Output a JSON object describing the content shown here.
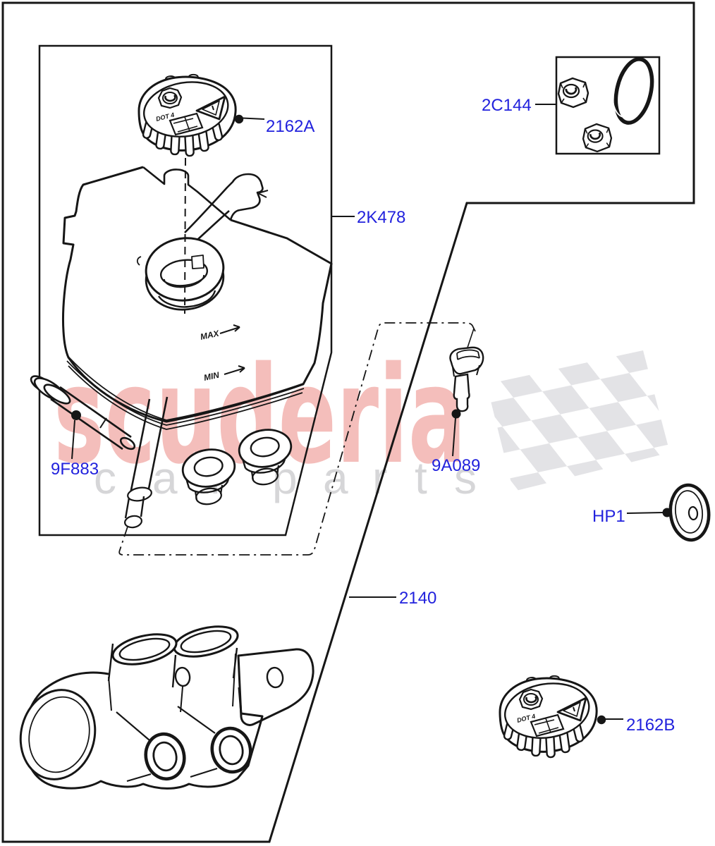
{
  "part_labels": {
    "cap_top": "2162A",
    "mounting_kit": "2C144",
    "reservoir": "2K478",
    "pin": "9F883",
    "sensor": "9A089",
    "plug": "HP1",
    "master_cylinder": "2140",
    "cap_bottom": "2162B"
  },
  "markings": {
    "max": "MAX",
    "min": "MIN",
    "cap_print_a": "DOT 4",
    "cap_print_b": "DOT 4"
  },
  "watermark": {
    "brand": "scuderia",
    "letters": [
      "c",
      "a",
      "r",
      "p",
      "a",
      "r",
      "t",
      "s"
    ]
  },
  "colors": {
    "label_blue": "#2222dd",
    "line": "#161616",
    "watermark_pink": "#f2aeab",
    "watermark_gray": "#d6d6d8",
    "checker_gray": "#e3e3e6"
  }
}
